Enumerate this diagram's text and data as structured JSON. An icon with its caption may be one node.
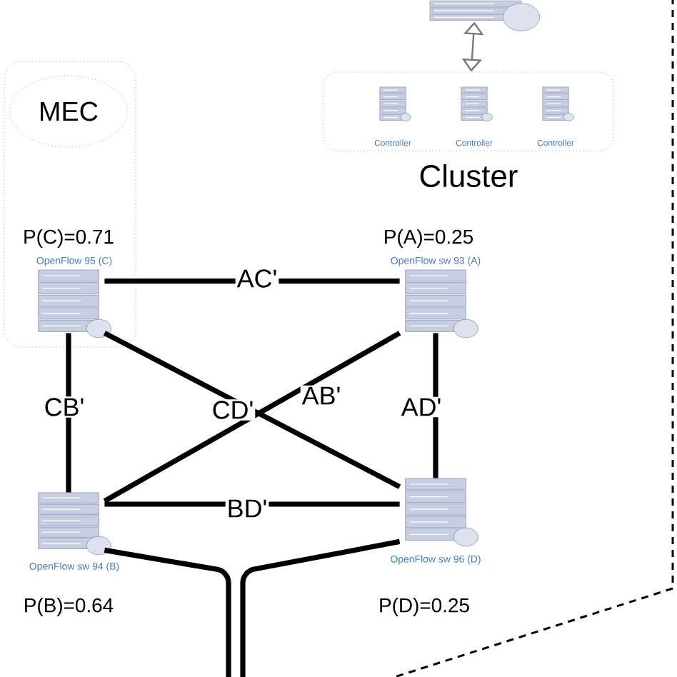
{
  "diagram": {
    "nodes": [
      {
        "text": [],
        "shape": "box"
      },
      {
        "text": [
          "MEC"
        ],
        "in": 0
      },
      {
        "text": [],
        "shape": "server"
      },
      {
        "text": [
          "Cluster"
        ]
      },
      {
        "text": [
          "Controller"
        ],
        "in": 3
      },
      {
        "text": [
          "Controller"
        ],
        "in": 3
      },
      {
        "text": [
          "Controller"
        ],
        "in": 3
      },
      {
        "text": [
          "P(C)=0.71",
          "OpenFlow 95 (C)"
        ],
        "in": 0
      },
      {
        "text": [
          "P(A)=0.25",
          "OpenFlow sw 93 (A)"
        ]
      },
      {
        "text": [
          "OpenFlow sw 94 (B)",
          "P(B)=0.64"
        ]
      },
      {
        "text": [
          "OpenFlow sw 96 (D)",
          "P(D)=0.25"
        ]
      }
    ],
    "edges": [
      {
        "from": 2,
        "to": 3,
        "arrow": "both",
        "color": "#777777"
      },
      {
        "from": 7,
        "to": 8,
        "arrow": "none",
        "label": "AC'"
      },
      {
        "from": 7,
        "to": 9,
        "arrow": "none",
        "label": "CB'"
      },
      {
        "from": 7,
        "to": 10,
        "arrow": "none",
        "label": "CD'"
      },
      {
        "from": 8,
        "to": 9,
        "arrow": "none",
        "label": "AB'"
      },
      {
        "from": 8,
        "to": 10,
        "arrow": "none",
        "label": "AD'"
      },
      {
        "from": 9,
        "to": 10,
        "arrow": "none",
        "label": "BD'"
      },
      {
        "from": 9,
        "to": null,
        "arrow": "none"
      },
      {
        "from": 10,
        "to": null,
        "arrow": "none"
      }
    ]
  }
}
